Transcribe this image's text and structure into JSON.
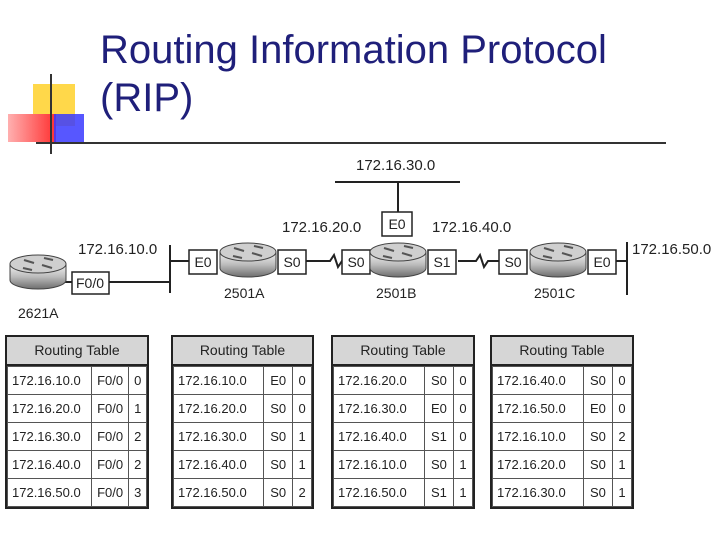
{
  "title": {
    "line1": "Routing Information Protocol",
    "line2": "(RIP)"
  },
  "diagram": {
    "networks": {
      "n10": "172.16.10.0",
      "n20": "172.16.20.0",
      "n30": "172.16.30.0",
      "n40": "172.16.40.0",
      "n50": "172.16.50.0"
    },
    "routers": {
      "r2621a": "2621A",
      "r2501a": "2501A",
      "r2501b": "2501B",
      "r2501c": "2501C"
    },
    "interfaces": {
      "r2621a_f0": "F0/0",
      "r2501a_e0": "E0",
      "r2501a_s0": "S0",
      "r2501b_s0": "S0",
      "r2501b_e0": "E0",
      "r2501b_s1": "S1",
      "r2501c_s0": "S0",
      "r2501c_e0": "E0"
    }
  },
  "tables": [
    {
      "title": "Routing Table",
      "rows": [
        [
          "172.16.10.0",
          "F0/0",
          "0"
        ],
        [
          "172.16.20.0",
          "F0/0",
          "1"
        ],
        [
          "172.16.30.0",
          "F0/0",
          "2"
        ],
        [
          "172.16.40.0",
          "F0/0",
          "2"
        ],
        [
          "172.16.50.0",
          "F0/0",
          "3"
        ]
      ]
    },
    {
      "title": "Routing Table",
      "rows": [
        [
          "172.16.10.0",
          "E0",
          "0"
        ],
        [
          "172.16.20.0",
          "S0",
          "0"
        ],
        [
          "172.16.30.0",
          "S0",
          "1"
        ],
        [
          "172.16.40.0",
          "S0",
          "1"
        ],
        [
          "172.16.50.0",
          "S0",
          "2"
        ]
      ]
    },
    {
      "title": "Routing Table",
      "rows": [
        [
          "172.16.20.0",
          "S0",
          "0"
        ],
        [
          "172.16.30.0",
          "E0",
          "0"
        ],
        [
          "172.16.40.0",
          "S1",
          "0"
        ],
        [
          "172.16.10.0",
          "S0",
          "1"
        ],
        [
          "172.16.50.0",
          "S1",
          "1"
        ]
      ]
    },
    {
      "title": "Routing Table",
      "rows": [
        [
          "172.16.40.0",
          "S0",
          "0"
        ],
        [
          "172.16.50.0",
          "E0",
          "0"
        ],
        [
          "172.16.10.0",
          "S0",
          "2"
        ],
        [
          "172.16.20.0",
          "S0",
          "1"
        ],
        [
          "172.16.30.0",
          "S0",
          "1"
        ]
      ]
    }
  ],
  "colors": {
    "title": "#1f1f7a",
    "deco_yellow": "#ffd84a",
    "deco_red": "#ff4a4a",
    "deco_blue": "#3a3aff",
    "table_header": "#d6d6d6"
  }
}
